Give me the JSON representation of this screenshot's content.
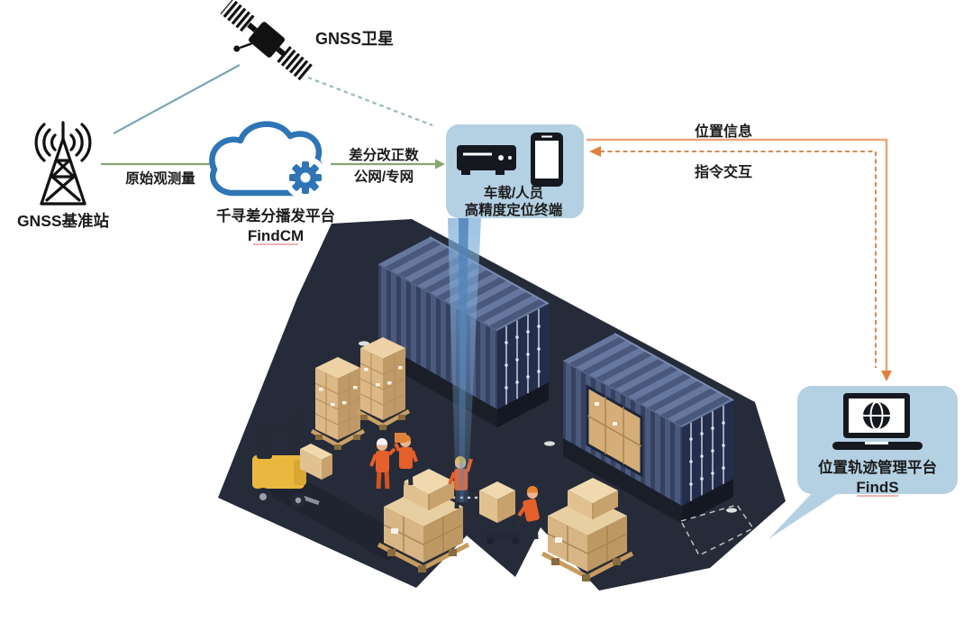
{
  "diagram": {
    "satellite": {
      "label": "GNSS卫星"
    },
    "base_station": {
      "label": "GNSS基准站"
    },
    "flow_raw_observation": {
      "label": "原始观测量"
    },
    "cloud_platform": {
      "title": "千寻差分播发平台",
      "subtitle": "FindCM"
    },
    "flow_corrections": {
      "line1": "差分改正数",
      "line2": "公网/专网"
    },
    "terminal": {
      "line1": "车载/人员",
      "line2": "高精度定位终端"
    },
    "flow_position_info": {
      "label": "位置信息"
    },
    "flow_command": {
      "label": "指令交互"
    },
    "management_platform": {
      "title": "位置轨迹管理平台",
      "subtitle": "FindS"
    },
    "colors": {
      "cloud_blue": "#2e75b6",
      "bubble_fill": "#b4d1e3",
      "green_arrow": "#87a571",
      "teal_line": "#79a7b2",
      "teal_dashed": "#97b6bf",
      "orange_solid": "#e7a87c",
      "orange_dashed": "#cf8b59",
      "orange_arrowhead": "#e0813e",
      "platform_dark": "#262b39",
      "container_side": "#4a597d",
      "container_top": "#66789f",
      "container_end": "#242e4c",
      "carton_tan": "#d8b584",
      "beam_blue": "#7dafda",
      "forklift_yellow": "#eab83e",
      "vest_orange": "#e55f2a"
    }
  }
}
